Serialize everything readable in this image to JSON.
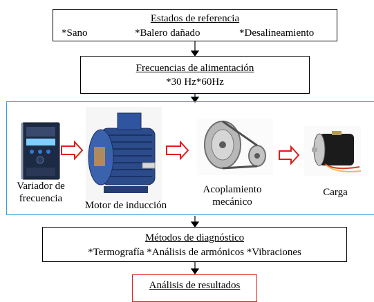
{
  "reference_states": {
    "title": "Estados de referencia",
    "items": [
      "*Sano",
      "*Balero dañado",
      "*Desalineamiento"
    ]
  },
  "supply_frequencies": {
    "title": "Frecuencias de alimentación",
    "values": "*30 Hz*60Hz"
  },
  "setup": {
    "vfd_label": "Variador de frecuencia",
    "motor_label": "Motor de inducción",
    "coupling_label": "Acoplamiento mecánico",
    "load_label": "Carga",
    "frame_color": "#2ea3d9",
    "arrow_color": "#e31b1b"
  },
  "diagnostic_methods": {
    "title": "Métodos de diagnóstico",
    "items": "*Termografía  *Análisis de armónicos *Vibraciones"
  },
  "results": {
    "title": "Análisis de resultados",
    "border_color": "#e31b1b"
  }
}
